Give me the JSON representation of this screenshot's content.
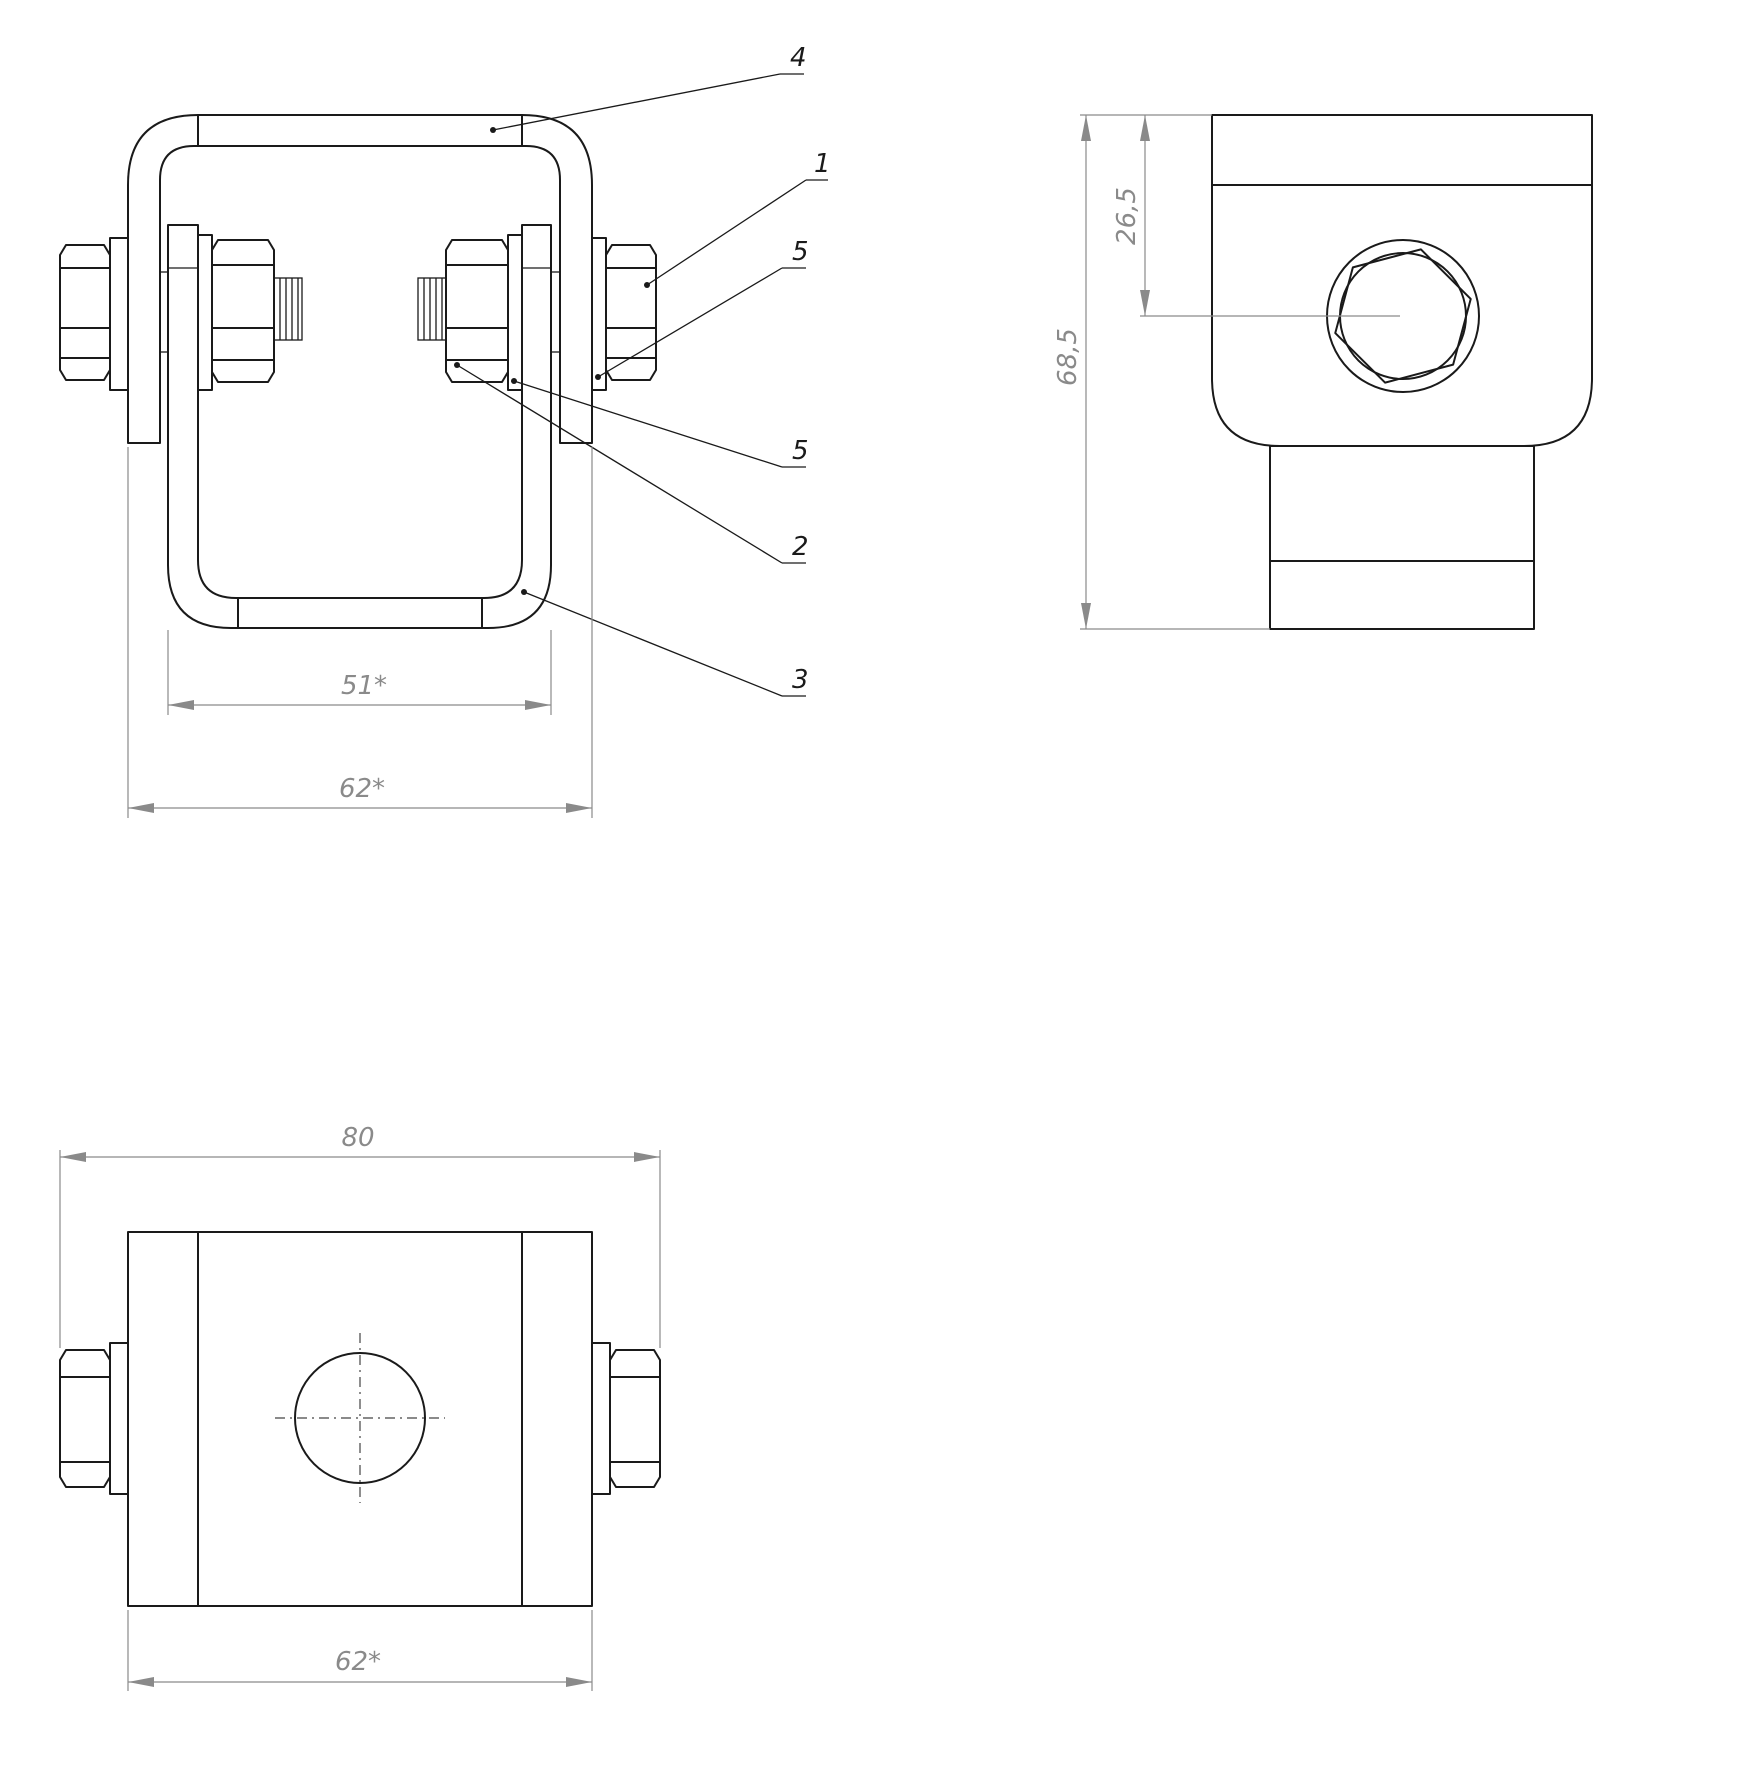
{
  "front_view": {
    "dimensions": {
      "inner_width": "51*",
      "outer_width": "62*"
    },
    "leaders": [
      "4",
      "1",
      "5",
      "5",
      "2",
      "3"
    ]
  },
  "side_view": {
    "dimensions": {
      "bolt_center_height": "26,5",
      "total_height": "68,5"
    }
  },
  "top_view": {
    "dimensions": {
      "total_width": "80",
      "body_width": "62*"
    }
  },
  "colors": {
    "line": "#1a1a1a",
    "dimension": "#8a8a8a",
    "background": "#ffffff"
  }
}
